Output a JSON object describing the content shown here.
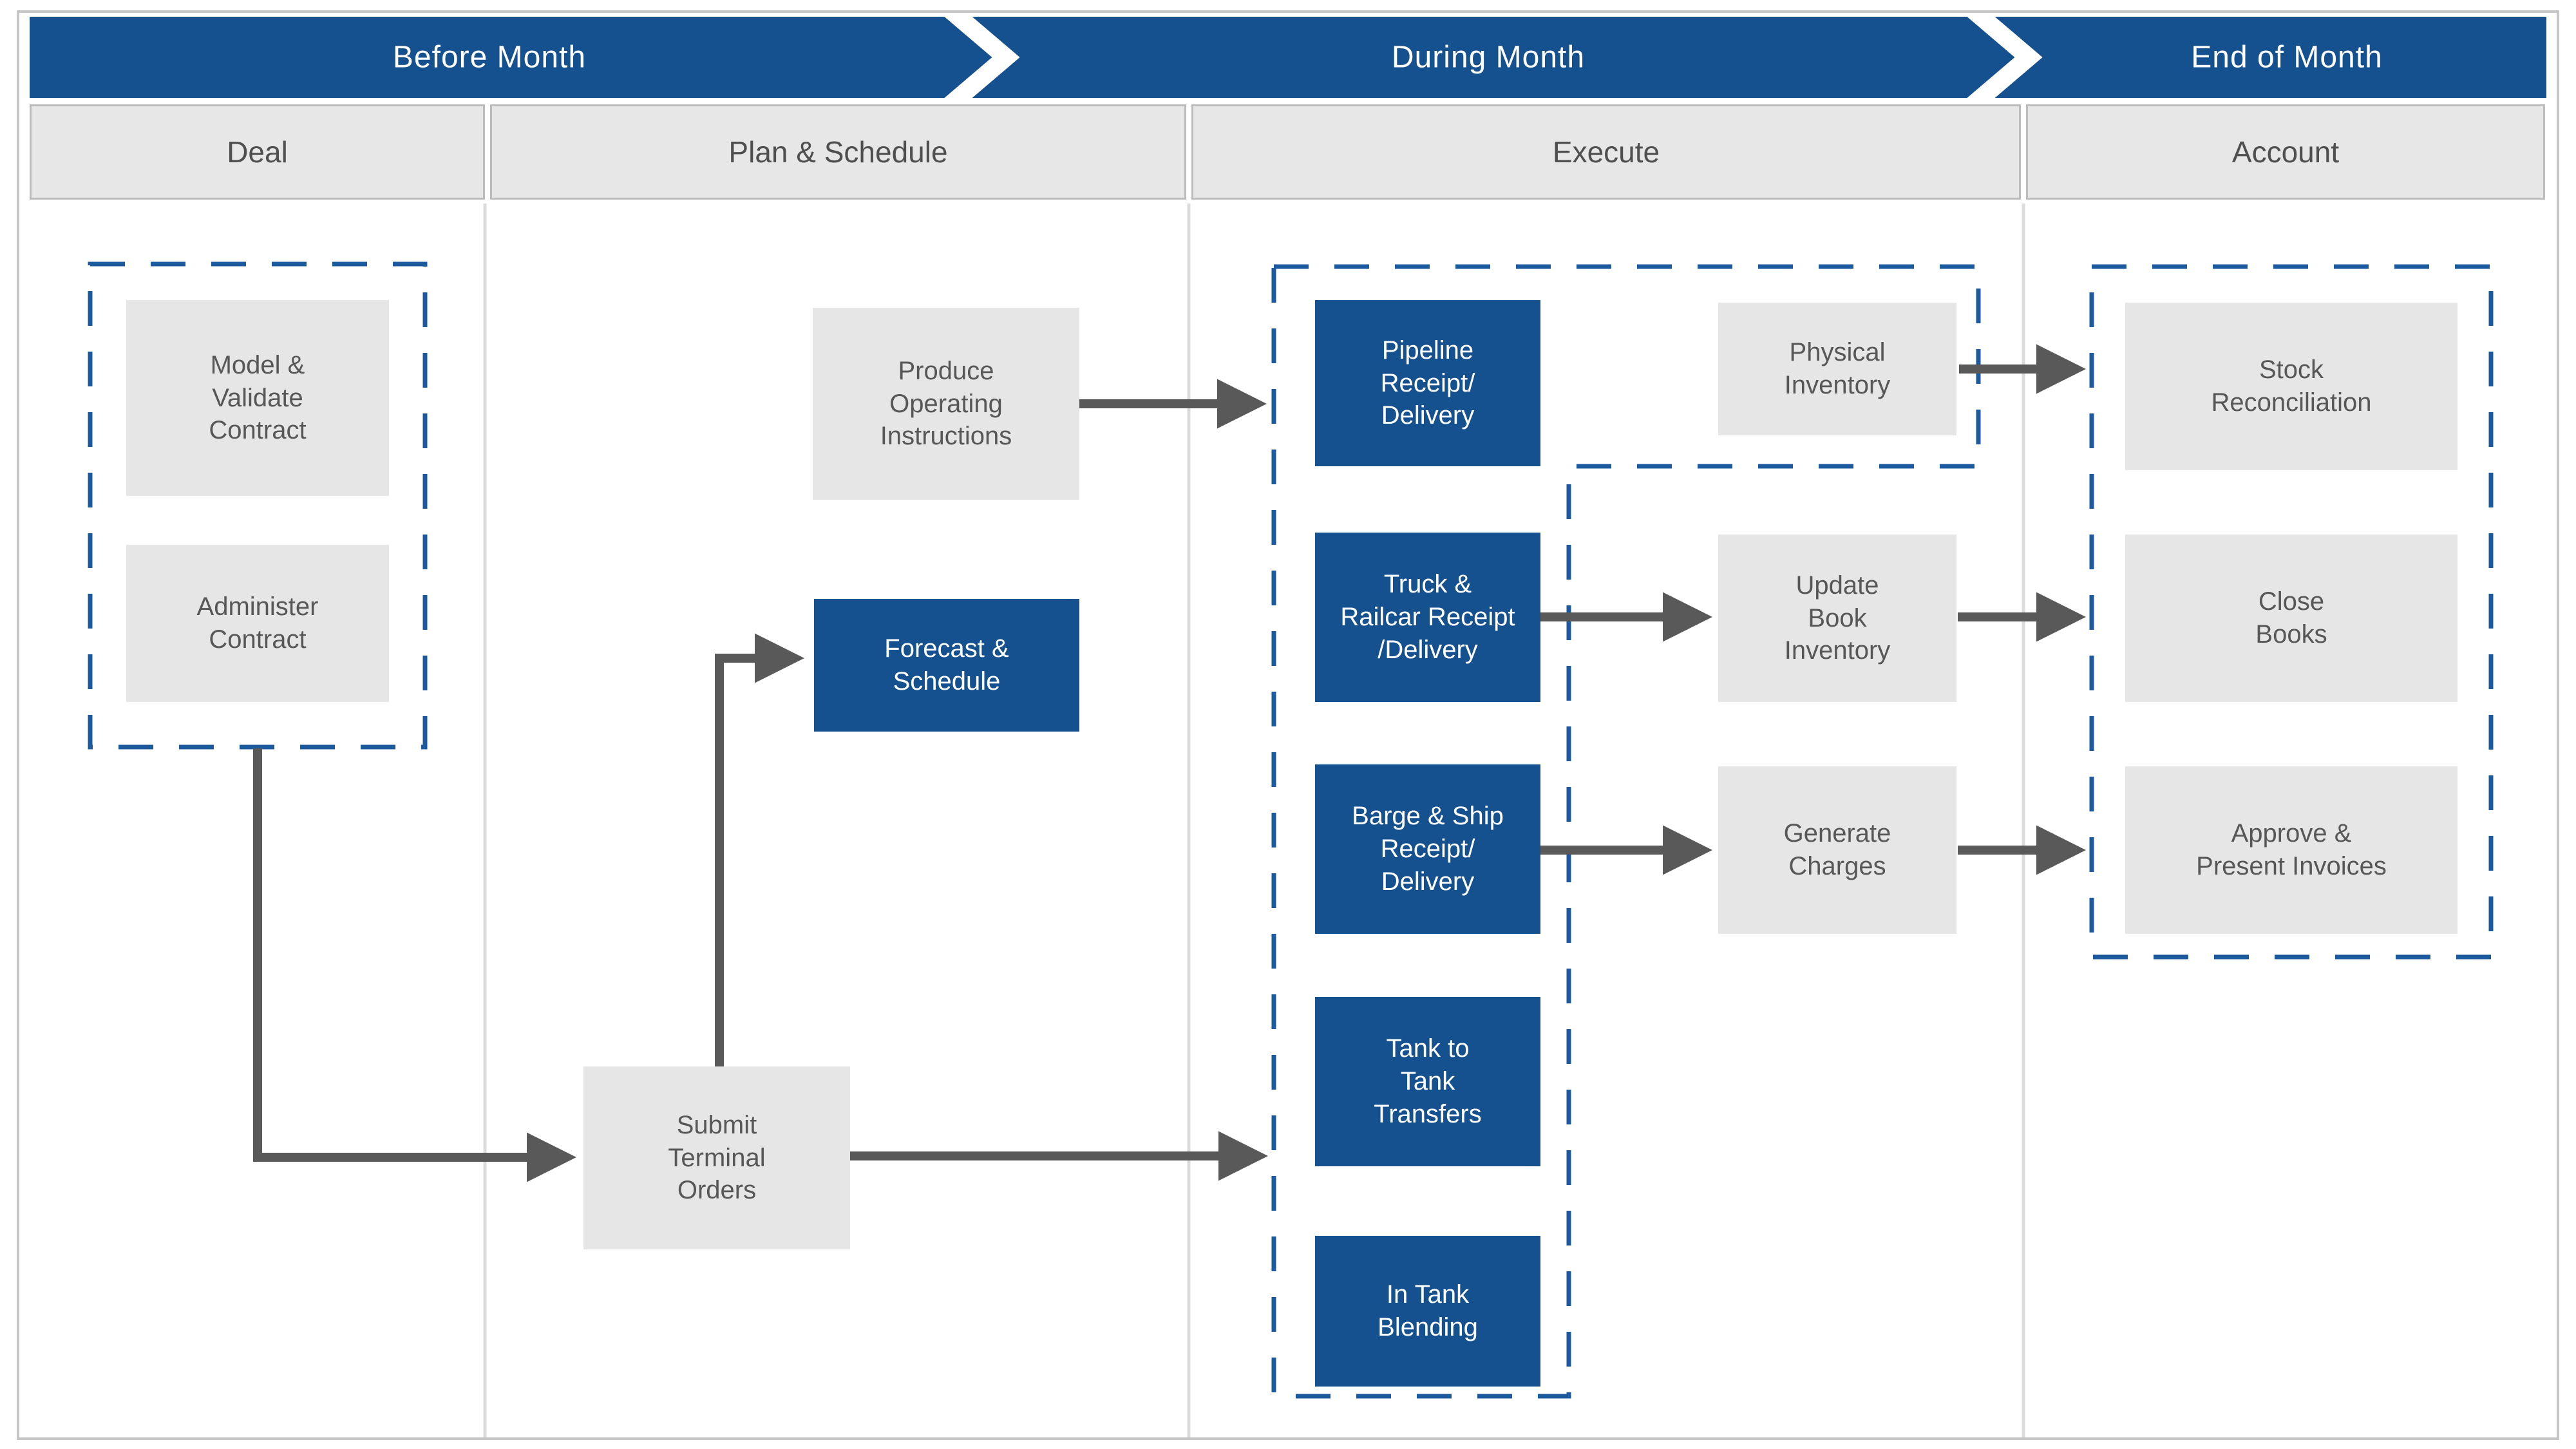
{
  "banner": {
    "phases": [
      {
        "label": "Before Month"
      },
      {
        "label": "During Month"
      },
      {
        "label": "End of Month"
      }
    ]
  },
  "columns": [
    {
      "header": "Deal"
    },
    {
      "header": "Plan & Schedule"
    },
    {
      "header": "Execute"
    },
    {
      "header": "Account"
    }
  ],
  "boxes": {
    "model_validate": {
      "label": "Model &\nValidate\nContract",
      "style": "gray"
    },
    "administer": {
      "label": "Administer\nContract",
      "style": "gray"
    },
    "produce_instructions": {
      "label": "Produce\nOperating\nInstructions",
      "style": "gray"
    },
    "forecast_schedule": {
      "label": "Forecast &\nSchedule",
      "style": "blue"
    },
    "submit_orders": {
      "label": "Submit\nTerminal\nOrders",
      "style": "gray"
    },
    "pipeline": {
      "label": "Pipeline\nReceipt/\nDelivery",
      "style": "blue"
    },
    "truck_railcar": {
      "label": "Truck &\nRailcar Receipt\n/Delivery",
      "style": "blue"
    },
    "barge_ship": {
      "label": "Barge & Ship\nReceipt/\nDelivery",
      "style": "blue"
    },
    "tank_transfers": {
      "label": "Tank to\nTank\nTransfers",
      "style": "blue"
    },
    "in_tank_blending": {
      "label": "In Tank\nBlending",
      "style": "blue"
    },
    "physical_inventory": {
      "label": "Physical\nInventory",
      "style": "gray"
    },
    "update_book_inventory": {
      "label": "Update\nBook\nInventory",
      "style": "gray"
    },
    "generate_charges": {
      "label": "Generate\nCharges",
      "style": "gray"
    },
    "stock_reconciliation": {
      "label": "Stock\nReconciliation",
      "style": "gray"
    },
    "close_books": {
      "label": "Close\nBooks",
      "style": "gray"
    },
    "approve_invoices": {
      "label": "Approve &\nPresent Invoices",
      "style": "gray"
    }
  },
  "colors": {
    "primary_blue": "#15508f",
    "dashed_border_blue": "#1b5a9e",
    "box_gray": "#e6e6e6",
    "header_gray": "#e7e7e7",
    "text_gray": "#575757",
    "arrow_gray": "#595959",
    "grid_line": "#c6c6c6"
  }
}
